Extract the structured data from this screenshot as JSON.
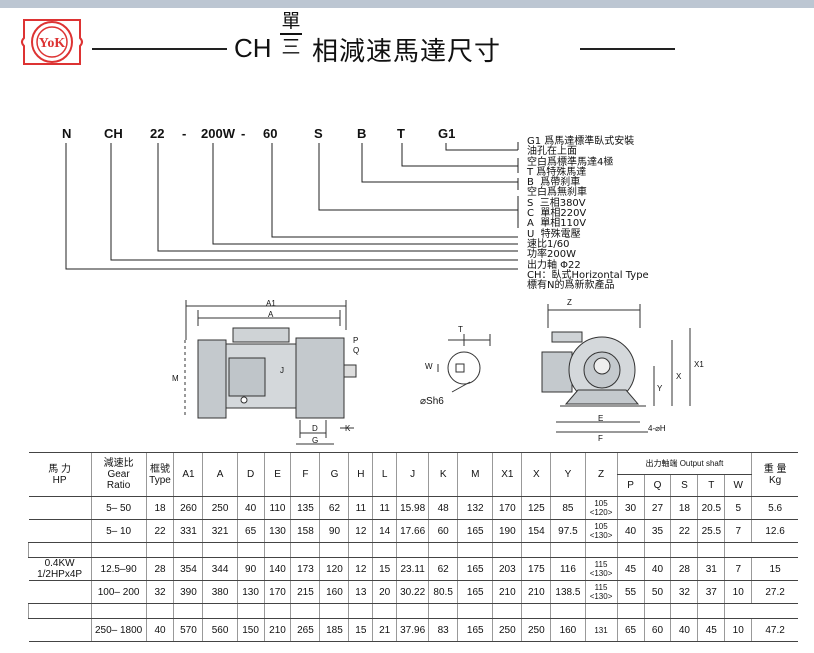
{
  "logo": {
    "text": "YoK"
  },
  "title": {
    "prefix": "CH",
    "stack_top": "單",
    "stack_bottom": "三",
    "rest": "相減速馬達尺寸"
  },
  "model_code": {
    "parts": [
      "N",
      "CH",
      "22",
      "-",
      "200W",
      "-",
      "60",
      "S",
      "B",
      "T",
      "G1"
    ]
  },
  "model_descriptions": [
    "G1 爲馬達標準臥式安裝",
    "油孔在上面",
    "空白爲標準馬達4極",
    "T 爲特殊馬達",
    "B  爲帶刹車",
    "空白爲無刹車",
    "S  三相380V",
    "C  單相220V",
    "A  單相110V",
    "U  特殊電壓",
    "速比1/60",
    "功率200W",
    "出力軸 Φ22",
    "CH：臥式Horizontal Type",
    "標有N的爲新款產品"
  ],
  "drawing_labels": {
    "A1": "A1",
    "A": "A",
    "M": "M",
    "J": "J",
    "P": "P",
    "Q": "Q",
    "D": "D",
    "K": "K",
    "G": "G",
    "T": "T",
    "W": "W",
    "sh": "⌀Sh6",
    "Z": "Z",
    "X1": "X1",
    "X": "X",
    "Y": "Y",
    "E": "E",
    "F": "F",
    "H": "4-⌀H"
  },
  "table": {
    "headers": {
      "power": [
        "馬 力",
        "HP"
      ],
      "ratio": [
        "減速比",
        "Gear",
        "Ratio"
      ],
      "type": [
        "框號",
        "Type"
      ],
      "cols": [
        "A1",
        "A",
        "D",
        "E",
        "F",
        "G",
        "H",
        "L",
        "J",
        "K",
        "M",
        "X1",
        "X",
        "Y",
        "Z"
      ],
      "output": "出力軸端 Output shaft",
      "output_cols": [
        "P",
        "Q",
        "S",
        "T",
        "W"
      ],
      "weight": [
        "重  量",
        "Kg"
      ]
    },
    "power_label": [
      "0.4KW",
      "1/2HPx4P"
    ],
    "rows": [
      {
        "ratio": "5– 50",
        "type": "18",
        "v": [
          "260",
          "250",
          "40",
          "110",
          "135",
          "62",
          "11",
          "11",
          "15.98",
          "48",
          "132",
          "170",
          "125",
          "85"
        ],
        "z": [
          "105",
          "<120>"
        ],
        "o": [
          "30",
          "27",
          "18",
          "20.5",
          "5"
        ],
        "kg": "5.6"
      },
      {
        "ratio": "5– 10",
        "type": "22",
        "v": [
          "331",
          "321",
          "65",
          "130",
          "158",
          "90",
          "12",
          "14",
          "17.66",
          "60",
          "165",
          "190",
          "154",
          "97.5"
        ],
        "z": [
          "105",
          "<130>"
        ],
        "o": [
          "40",
          "35",
          "22",
          "25.5",
          "7"
        ],
        "kg": "12.6"
      },
      {
        "ratio": "12.5–90",
        "type": "28",
        "v": [
          "354",
          "344",
          "90",
          "140",
          "173",
          "120",
          "12",
          "15",
          "23.11",
          "62",
          "165",
          "203",
          "175",
          "116"
        ],
        "z": [
          "115",
          "<130>"
        ],
        "o": [
          "45",
          "40",
          "28",
          "31",
          "7"
        ],
        "kg": "15"
      },
      {
        "ratio": "100– 200",
        "type": "32",
        "v": [
          "390",
          "380",
          "130",
          "170",
          "215",
          "160",
          "13",
          "20",
          "30.22",
          "80.5",
          "165",
          "210",
          "210",
          "138.5"
        ],
        "z": [
          "115",
          "<130>"
        ],
        "o": [
          "55",
          "50",
          "32",
          "37",
          "10"
        ],
        "kg": "27.2"
      },
      {
        "ratio": "250– 1800",
        "type": "40",
        "v": [
          "570",
          "560",
          "150",
          "210",
          "265",
          "185",
          "15",
          "21",
          "37.96",
          "83",
          "165",
          "250",
          "250",
          "160"
        ],
        "z": [
          "131",
          ""
        ],
        "o": [
          "65",
          "60",
          "40",
          "45",
          "10"
        ],
        "kg": "47.2"
      }
    ]
  }
}
